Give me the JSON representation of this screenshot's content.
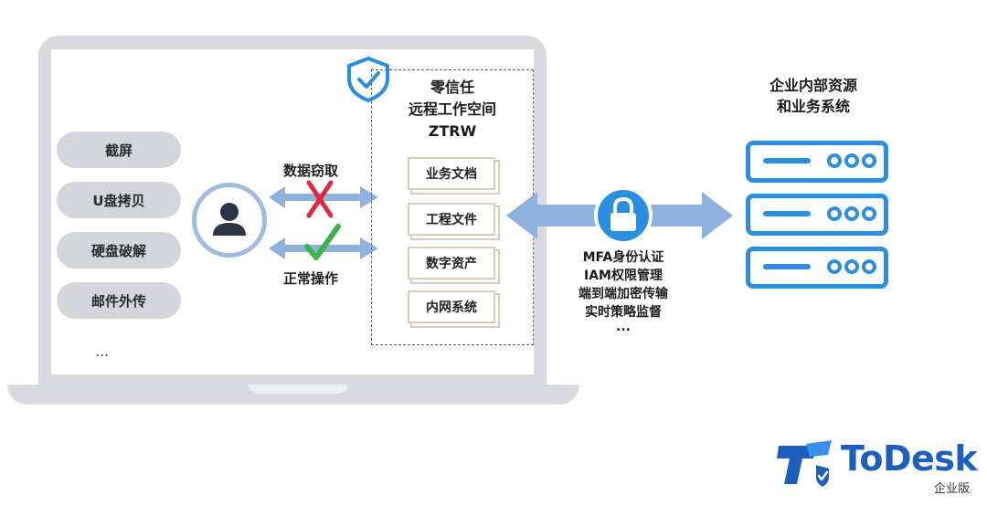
{
  "leak_methods": {
    "items": [
      "截屏",
      "U盘拷贝",
      "硬盘破解",
      "邮件外传"
    ],
    "more": "..."
  },
  "flows": {
    "blocked_label": "数据窃取",
    "allowed_label": "正常操作"
  },
  "workspace": {
    "title_line1": "零信任",
    "title_line2": "远程工作空间",
    "title_line3": "ZTRW",
    "docs": [
      "业务文档",
      "工程文件",
      "数字资产",
      "内网系统"
    ]
  },
  "security": {
    "items": [
      "MFA身份认证",
      "IAM权限管理",
      "端到端加密传输",
      "实时策略监督"
    ],
    "more": "..."
  },
  "resources": {
    "title_line1": "企业内部资源",
    "title_line2": "和业务系统"
  },
  "brand": {
    "name": "ToDesk",
    "edition": "企业版"
  },
  "colors": {
    "arrow": "#8fb1de",
    "server": "#2a8fe0",
    "lock_circle": "#2a8fe0",
    "block_x": "#e0293a",
    "allow_check": "#3ab34a",
    "brand": "#1c5fbd"
  }
}
